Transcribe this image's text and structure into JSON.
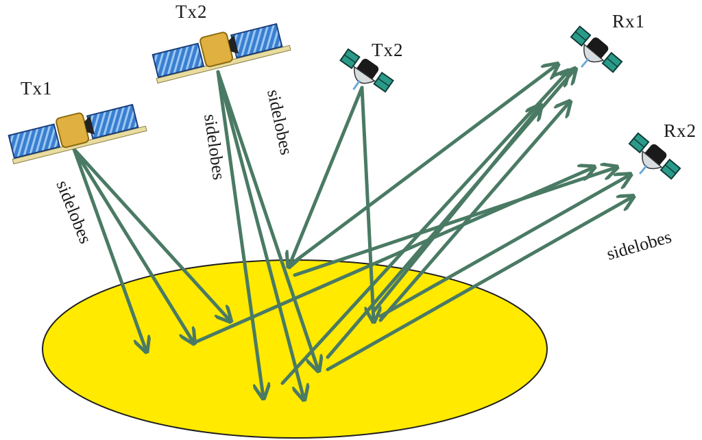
{
  "labels": {
    "tx1": "Tx1",
    "tx2_large": "Tx2",
    "tx2_small": "Tx2",
    "rx1": "Rx1",
    "rx2": "Rx2",
    "sidelobes_tx1": "sidelobes",
    "sidelobes_tx2_left": "sidelobes",
    "sidelobes_tx2_right": "sidelobes",
    "sidelobes_rx2": "sidelobes"
  },
  "colors": {
    "ray": "#4a7a64",
    "ground": "#ffea00",
    "ground_edge": "#1e1e1e",
    "solar_panel": "#3a7fd0",
    "satellite_body": "#e0b040",
    "receiver_dish": "#2a9a8a"
  },
  "icons": {
    "tx1": "satellite-icon",
    "tx2_large": "satellite-icon",
    "tx2_small": "dish-satellite-icon",
    "rx1": "dish-satellite-icon",
    "rx2": "dish-satellite-icon"
  }
}
